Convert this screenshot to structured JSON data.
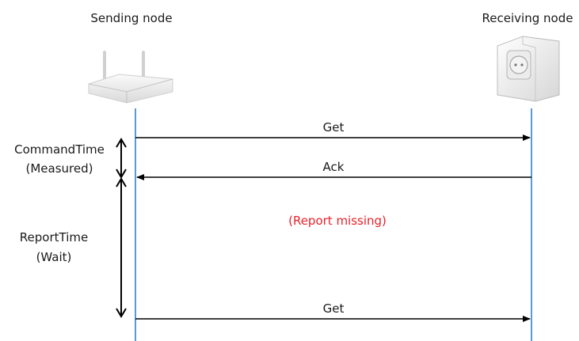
{
  "nodes": {
    "sender": {
      "label": "Sending node",
      "icon": "router-icon"
    },
    "receiver": {
      "label": "Receiving node",
      "icon": "wall-plug-icon"
    }
  },
  "messages": [
    {
      "label": "Get",
      "direction": "sender-to-receiver"
    },
    {
      "label": "Ack",
      "direction": "receiver-to-sender"
    },
    {
      "label": "Get",
      "direction": "sender-to-receiver"
    }
  ],
  "intervals": {
    "command": {
      "line1": "CommandTime",
      "line2": "(Measured)"
    },
    "report": {
      "line1": "ReportTime",
      "line2": "(Wait)"
    }
  },
  "note": {
    "text": "(Report missing)",
    "color": "#e8222a"
  },
  "colors": {
    "lifeline": "#5b9bd5",
    "arrow": "#000000"
  }
}
